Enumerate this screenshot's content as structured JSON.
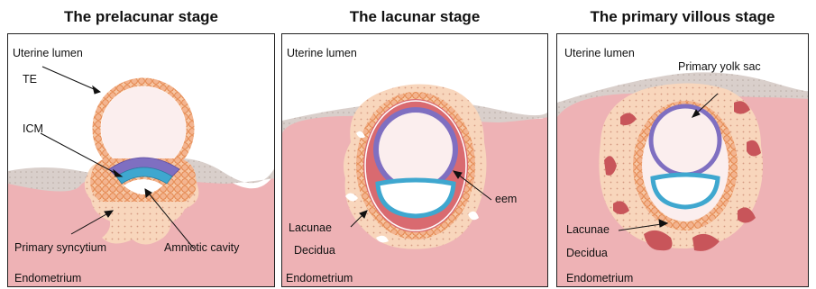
{
  "panels": [
    {
      "title": "The prelacunar stage",
      "labels": {
        "uterine_lumen": "Uterine lumen",
        "te": "TE",
        "icm": "ICM",
        "primary_syncytium": "Primary syncytium",
        "amniotic_cavity": "Amniotic cavity",
        "endometrium": "Endometrium"
      }
    },
    {
      "title": "The lacunar stage",
      "labels": {
        "uterine_lumen": "Uterine lumen",
        "eem": "eem",
        "lacunae": "Lacunae",
        "decidua": "Decidua",
        "endometrium": "Endometrium"
      }
    },
    {
      "title": "The primary villous stage",
      "labels": {
        "uterine_lumen": "Uterine lumen",
        "primary_yolk_sac": "Primary yolk sac",
        "lacunae": "Lacunae",
        "decidua": "Decidua",
        "endometrium": "Endometrium"
      }
    }
  ],
  "colors": {
    "endometrium": "#eeb2b5",
    "epithelium": "#d9cfcb",
    "trophoblast": "#f3b48f",
    "cell_outline": "#e07a3c",
    "syncytium": "#f7cfae",
    "epiblast": "#7f6fc1",
    "hypoblast": "#3fa7cf",
    "eem": "#d96a70",
    "lacunae": "#c8555a"
  }
}
